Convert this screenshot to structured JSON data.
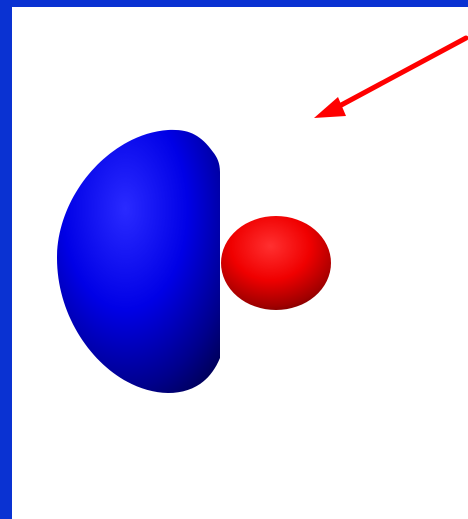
{
  "image": {
    "objects": [
      {
        "name": "blue-lobe",
        "color": "#0000ff"
      },
      {
        "name": "red-lobe",
        "color": "#ff0000"
      },
      {
        "name": "red-arrow",
        "color": "#ff0000"
      }
    ],
    "frame_color": "#0a32d2",
    "background_color": "#ffffff"
  }
}
